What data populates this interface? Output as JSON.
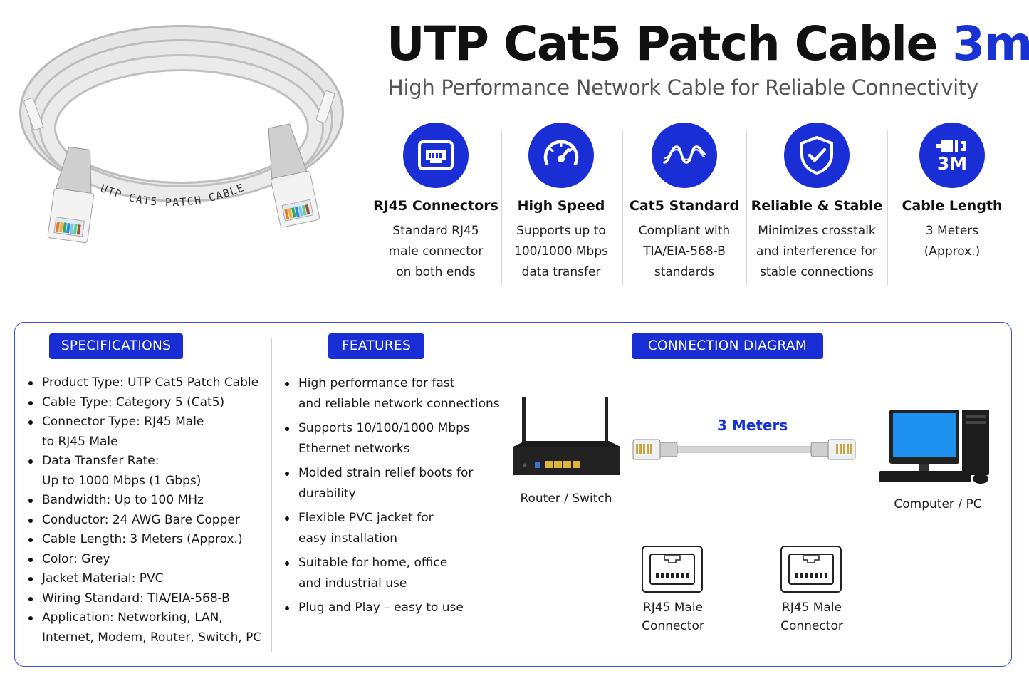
{
  "title": {
    "main": "UTP Cat5 Patch Cable",
    "accent": "3m"
  },
  "subtitle": "High Performance Network Cable for Reliable Connectivity",
  "cable_print": "UTP CAT5 PATCH CABLE",
  "features": [
    {
      "icon": "rj45-port-icon",
      "title": "RJ45 Connectors",
      "desc": [
        "Standard RJ45",
        "male connector",
        "on both ends"
      ]
    },
    {
      "icon": "speedometer-icon",
      "title": "High Speed",
      "desc": [
        "Supports up to",
        "100/1000 Mbps",
        "data transfer"
      ]
    },
    {
      "icon": "signal-wave-icon",
      "title": "Cat5 Standard",
      "desc": [
        "Compliant with",
        "TIA/EIA-568-B",
        "standards"
      ]
    },
    {
      "icon": "shield-check-icon",
      "title": "Reliable & Stable",
      "desc": [
        "Minimizes crosstalk",
        "and interference for",
        "stable connections"
      ]
    },
    {
      "icon": "cable-length-icon",
      "icon_text": "3M",
      "title": "Cable Length",
      "desc": [
        "3 Meters",
        "(Approx.)"
      ]
    }
  ],
  "specifications": {
    "heading": "SPECIFICATIONS",
    "items": [
      [
        "Product Type: UTP Cat5 Patch Cable"
      ],
      [
        "Cable Type: Category 5 (Cat5)"
      ],
      [
        "Connector Type: RJ45 Male",
        "to RJ45 Male"
      ],
      [
        "Data Transfer Rate:",
        "Up to 1000 Mbps (1 Gbps)"
      ],
      [
        "Bandwidth: Up to 100 MHz"
      ],
      [
        "Conductor: 24 AWG Bare Copper"
      ],
      [
        "Cable Length: 3 Meters (Approx.)"
      ],
      [
        "Color: Grey"
      ],
      [
        "Jacket Material: PVC"
      ],
      [
        "Wiring Standard: TIA/EIA-568-B"
      ],
      [
        "Application: Networking, LAN,",
        "Internet, Modem, Router, Switch, PC"
      ]
    ]
  },
  "features_list": {
    "heading": "FEATURES",
    "items": [
      [
        "High performance for fast",
        "and reliable network connections"
      ],
      [
        "Supports 10/100/1000 Mbps",
        "Ethernet networks"
      ],
      [
        "Molded strain relief boots for",
        "durability"
      ],
      [
        "Flexible PVC jacket for",
        "easy installation"
      ],
      [
        "Suitable for home, office",
        "and industrial use"
      ],
      [
        "Plug and Play – easy to use"
      ]
    ]
  },
  "diagram": {
    "heading": "CONNECTION DIAGRAM",
    "length_label": "3 Meters",
    "router_label": "Router / Switch",
    "computer_label": "Computer / PC",
    "connector_labels": [
      [
        "RJ45 Male",
        "Connector"
      ],
      [
        "RJ45 Male",
        "Connector"
      ]
    ]
  },
  "colors": {
    "accent": "#1a2ed6",
    "title_accent": "#1733d4",
    "border": "#3a4fd8",
    "cable": "#d9d9d9"
  }
}
